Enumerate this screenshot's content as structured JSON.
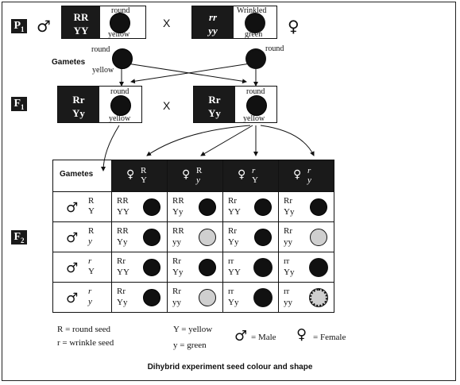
{
  "generations": {
    "p1": {
      "letter": "P",
      "sub": "1"
    },
    "f1": {
      "letter": "F",
      "sub": "1"
    },
    "f2": {
      "letter": "F",
      "sub": "2"
    }
  },
  "symbols": {
    "male": "♂",
    "female": "♀",
    "cross": "X"
  },
  "p1": {
    "left": {
      "genotype_line1": "RR",
      "genotype_line2": "YY",
      "shape": "round",
      "colour": "yellow"
    },
    "right": {
      "genotype_line1": "rr",
      "genotype_line2": "yy",
      "shape": "Wrinkled",
      "colour": "green"
    }
  },
  "gametes": {
    "label": "Gametes",
    "left": {
      "shape": "round",
      "colour": "yellow"
    },
    "right": {
      "shape": "round"
    }
  },
  "f1": {
    "left": {
      "genotype_line1": "Rr",
      "genotype_line2": "Yy",
      "shape": "round",
      "colour": "yellow"
    },
    "right": {
      "genotype_line1": "Rr",
      "genotype_line2": "Yy",
      "shape": "round",
      "colour": "yellow"
    }
  },
  "punnett": {
    "corner_label": "Gametes",
    "columns": [
      {
        "top": "R",
        "bottom": "Y"
      },
      {
        "top": "R",
        "bottom": "y"
      },
      {
        "top": "r",
        "bottom": "Y"
      },
      {
        "top": "r",
        "bottom": "y"
      }
    ],
    "rows": [
      {
        "top": "R",
        "bottom": "Y",
        "cells": [
          {
            "l1": "RR",
            "l2": "YY",
            "seed": "round-yellow"
          },
          {
            "l1": "RR",
            "l2": "Yy",
            "seed": "round-yellow"
          },
          {
            "l1": "Rr",
            "l2": "YY",
            "seed": "round-yellow"
          },
          {
            "l1": "Rr",
            "l2": "Yy",
            "seed": "round-yellow"
          }
        ]
      },
      {
        "top": "R",
        "bottom": "y",
        "cells": [
          {
            "l1": "RR",
            "l2": "Yy",
            "seed": "round-yellow"
          },
          {
            "l1": "RR",
            "l2": "yy",
            "seed": "round-green"
          },
          {
            "l1": "Rr",
            "l2": "Yy",
            "seed": "round-yellow"
          },
          {
            "l1": "Rr",
            "l2": "yy",
            "seed": "round-green"
          }
        ]
      },
      {
        "top": "r",
        "bottom": "Y",
        "cells": [
          {
            "l1": "Rr",
            "l2": "YY",
            "seed": "round-yellow"
          },
          {
            "l1": "Rr",
            "l2": "Yy",
            "seed": "round-yellow"
          },
          {
            "l1": "rr",
            "l2": "YY",
            "seed": "wrinkled-yellow"
          },
          {
            "l1": "rr",
            "l2": "Yy",
            "seed": "wrinkled-yellow"
          }
        ]
      },
      {
        "top": "r",
        "bottom": "y",
        "cells": [
          {
            "l1": "Rr",
            "l2": "Yy",
            "seed": "round-yellow"
          },
          {
            "l1": "Rr",
            "l2": "yy",
            "seed": "round-green"
          },
          {
            "l1": "rr",
            "l2": "Yy",
            "seed": "wrinkled-yellow"
          },
          {
            "l1": "rr",
            "l2": "yy",
            "seed": "wrinkled-green"
          }
        ]
      }
    ]
  },
  "legend": {
    "R": "R = round seed",
    "r": "r = wrinkle seed",
    "Y": "Y = yellow",
    "y": "y = green",
    "male": "= Male",
    "female": "= Female"
  },
  "caption": "Dihybrid experiment seed colour and shape",
  "colors": {
    "dark": "#1a1a1a",
    "yellow_seed": "#111111",
    "green_seed": "#cfcfcf"
  }
}
